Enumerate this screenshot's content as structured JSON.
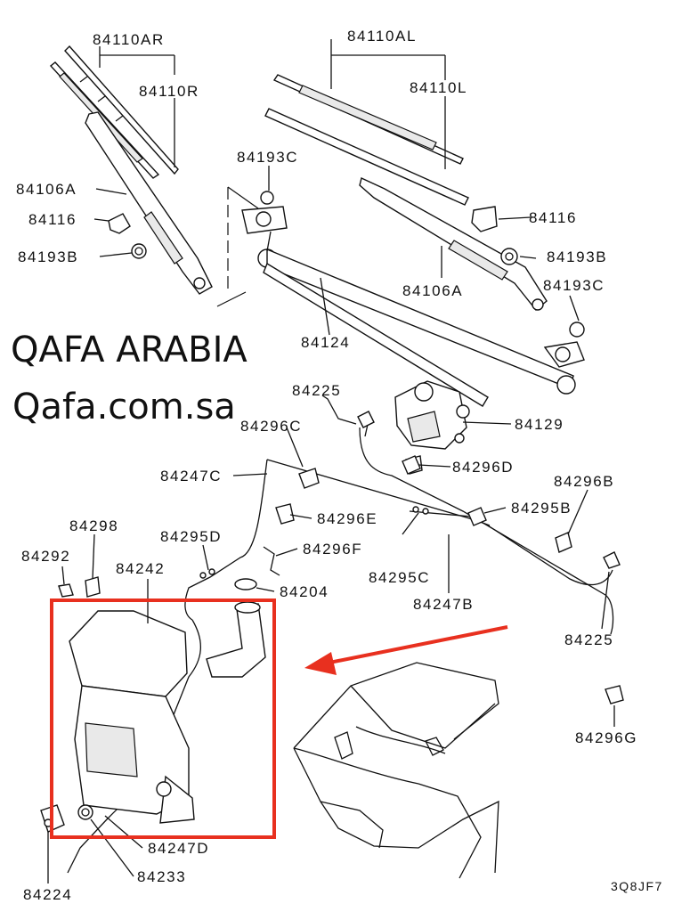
{
  "watermark": {
    "line1": "QAFA ARABIA",
    "line2": "Qafa.com.sa"
  },
  "drawing_code": "3Q8JF7",
  "highlight_color": "#e8301f",
  "labels": {
    "p84110AR": "84110AR",
    "p84110R": "84110R",
    "p84106A_left": "84106A",
    "p84116_left": "84116",
    "p84193B_left": "84193B",
    "p84110AL": "84110AL",
    "p84110L": "84110L",
    "p84193C_top": "84193C",
    "p84116_right": "84116",
    "p84193B_right": "84193B",
    "p84106A_right": "84106A",
    "p84193C_right": "84193C",
    "p84124": "84124",
    "p84225_top": "84225",
    "p84129": "84129",
    "p84296C": "84296C",
    "p84296D": "84296D",
    "p84247C": "84247C",
    "p84296B": "84296B",
    "p84295B": "84295B",
    "p84298": "84298",
    "p84296E": "84296E",
    "p84295D": "84295D",
    "p84296F": "84296F",
    "p84292": "84292",
    "p84242": "84242",
    "p84295C": "84295C",
    "p84204": "84204",
    "p84247B": "84247B",
    "p84225_right": "84225",
    "p84296G": "84296G",
    "p84247D": "84247D",
    "p84233": "84233",
    "p84224": "84224"
  }
}
